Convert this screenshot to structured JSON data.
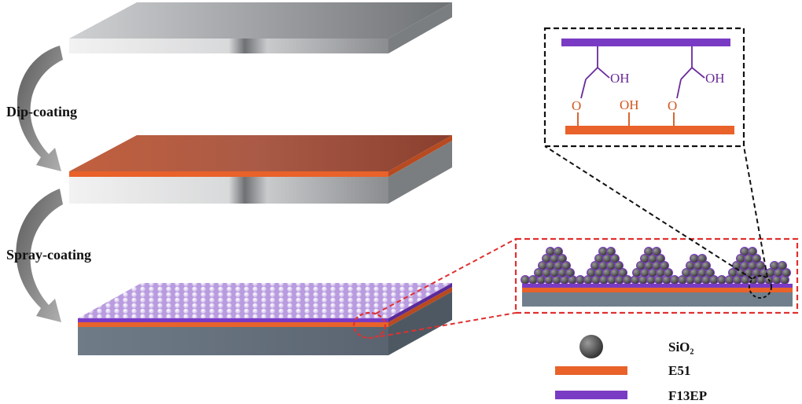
{
  "steps": {
    "step1": "Dip-coating",
    "step2": "Spray-coating"
  },
  "molecule": {
    "oh_left": "OH",
    "oh_center": "OH",
    "oh_right": "OH",
    "o_left": "O",
    "o_right": "O"
  },
  "legend": {
    "sio2": "SiO₂",
    "e51": "E51",
    "f13ep": "F13EP"
  },
  "colors": {
    "e51": "#e8622a",
    "f13ep": "#7a3bc4",
    "sio2": "#555555",
    "substrate": "#8f9296",
    "callout_red": "#e03030",
    "callout_black": "#111111",
    "arrow": "#8a8a8a"
  }
}
